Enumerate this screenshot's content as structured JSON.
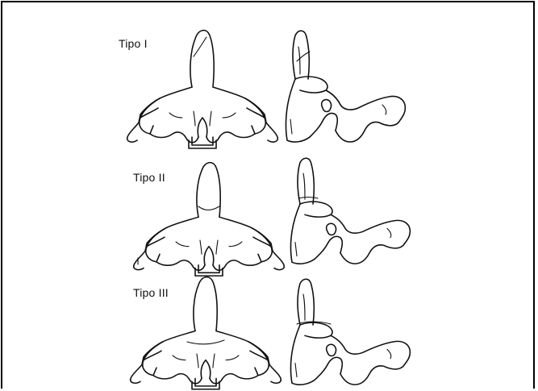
{
  "figure": {
    "rows": [
      {
        "label": "Tipo I"
      },
      {
        "label": "Tipo II"
      },
      {
        "label": "Tipo III"
      }
    ],
    "stroke_color": "#111111",
    "background": "#ffffff"
  }
}
